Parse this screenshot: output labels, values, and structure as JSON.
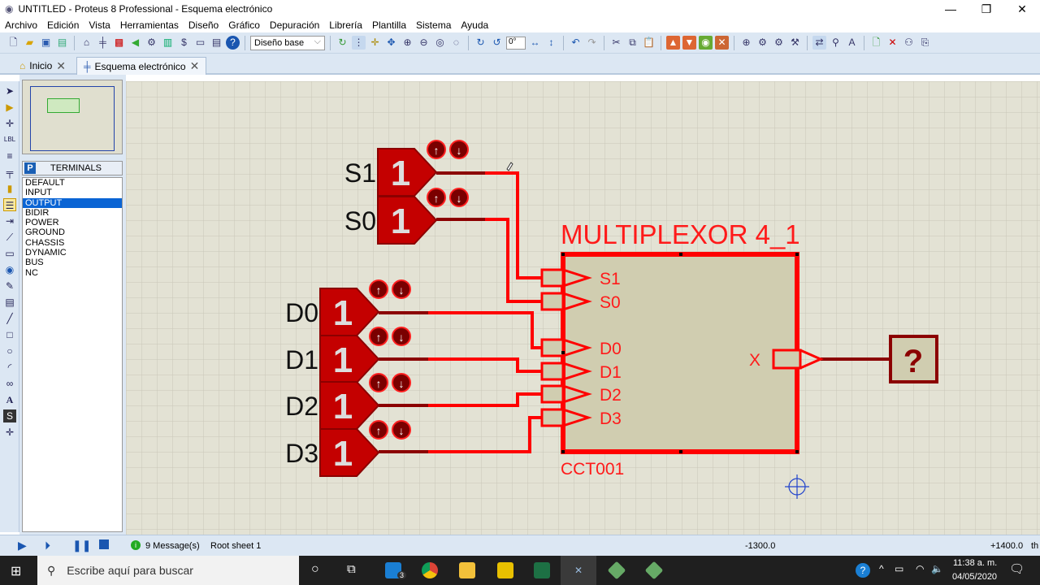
{
  "window": {
    "title": "UNTITLED - Proteus 8 Professional - Esquema electrónico",
    "minimize": "—",
    "maximize": "❐",
    "close": "✕"
  },
  "menu": [
    "Archivo",
    "Edición",
    "Vista",
    "Herramientas",
    "Diseño",
    "Gráfico",
    "Depuración",
    "Librería",
    "Plantilla",
    "Sistema",
    "Ayuda"
  ],
  "toolbar": {
    "design_combo": "Diseño base",
    "rotation_value": "0°"
  },
  "tabs": [
    {
      "label": "Inicio",
      "close": "✕"
    },
    {
      "label": "Esquema electrónico",
      "close": "✕"
    }
  ],
  "terminals_panel": {
    "badge": "P",
    "title": "TERMINALS",
    "items": [
      "DEFAULT",
      "INPUT",
      "OUTPUT",
      "BIDIR",
      "POWER",
      "GROUND",
      "CHASSIS",
      "DYNAMIC",
      "BUS",
      "NC"
    ],
    "selected": "OUTPUT"
  },
  "schematic": {
    "colors": {
      "wire": "#ff0000",
      "terminal": "#c40000",
      "body": "#d0cdb0",
      "grid_bg": "#e3e2d4"
    },
    "inputs": [
      {
        "label": "S1",
        "value": "1"
      },
      {
        "label": "S0",
        "value": "1"
      },
      {
        "label": "D0",
        "value": "1"
      },
      {
        "label": "D1",
        "value": "1"
      },
      {
        "label": "D2",
        "value": "1"
      },
      {
        "label": "D3",
        "value": "1"
      }
    ],
    "component": {
      "title": "MULTIPLEXOR 4_1",
      "ref": "CCT001",
      "pins": [
        "S1",
        "S0",
        "D0",
        "D1",
        "D2",
        "D3"
      ],
      "output_pin": "X"
    },
    "probe": "?"
  },
  "status": {
    "messages": "9 Message(s)",
    "sheet": "Root sheet 1",
    "x_coord": "-1300.0",
    "y_coord": "+1400.0",
    "unit": "th"
  },
  "taskbar": {
    "search_placeholder": "Escribe aquí para buscar",
    "mail_badge": "3",
    "time": "11:38 a. m.",
    "date": "04/05/2020"
  }
}
